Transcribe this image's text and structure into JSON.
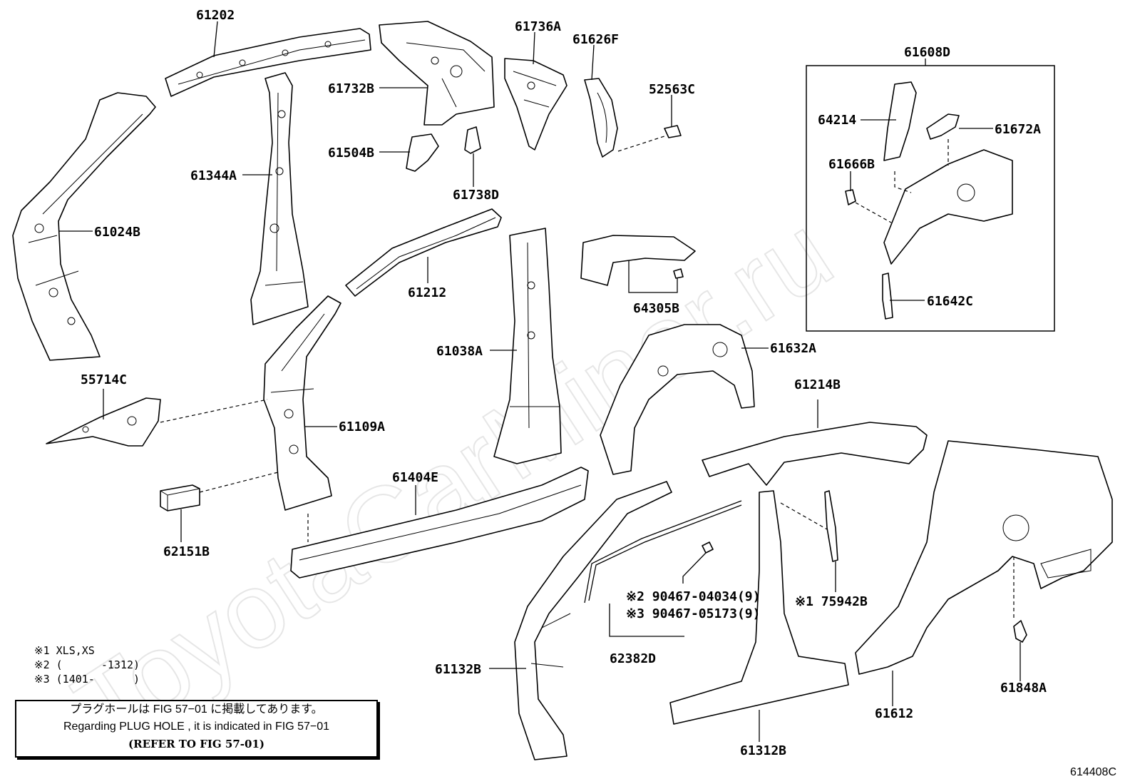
{
  "diagram": {
    "callouts": [
      {
        "id": "61202",
        "text": "61202"
      },
      {
        "id": "61732B",
        "text": "61732B"
      },
      {
        "id": "61736A",
        "text": "61736A"
      },
      {
        "id": "61626F",
        "text": "61626F"
      },
      {
        "id": "52563C",
        "text": "52563C"
      },
      {
        "id": "61608D",
        "text": "61608D"
      },
      {
        "id": "64214",
        "text": "64214"
      },
      {
        "id": "61672A",
        "text": "61672A"
      },
      {
        "id": "61666B",
        "text": "61666B"
      },
      {
        "id": "61642C",
        "text": "61642C"
      },
      {
        "id": "61504B",
        "text": "61504B"
      },
      {
        "id": "61738D",
        "text": "61738D"
      },
      {
        "id": "61344A",
        "text": "61344A"
      },
      {
        "id": "61024B",
        "text": "61024B"
      },
      {
        "id": "61212",
        "text": "61212"
      },
      {
        "id": "64305B",
        "text": "64305B"
      },
      {
        "id": "61038A",
        "text": "61038A"
      },
      {
        "id": "61632A",
        "text": "61632A"
      },
      {
        "id": "55714C",
        "text": "55714C"
      },
      {
        "id": "61109A",
        "text": "61109A"
      },
      {
        "id": "61214B",
        "text": "61214B"
      },
      {
        "id": "61404E",
        "text": "61404E"
      },
      {
        "id": "62151B",
        "text": "62151B"
      },
      {
        "id": "90467-04034",
        "text": "※2 90467-04034(9)"
      },
      {
        "id": "90467-05173",
        "text": "※3 90467-05173(9)"
      },
      {
        "id": "75942B",
        "text": "※1 75942B"
      },
      {
        "id": "62382D",
        "text": "62382D"
      },
      {
        "id": "61132B",
        "text": "61132B"
      },
      {
        "id": "61848A",
        "text": "61848A"
      },
      {
        "id": "61612",
        "text": "61612"
      },
      {
        "id": "61312B",
        "text": "61312B"
      }
    ]
  },
  "notes": [
    "※1 XLS,XS",
    "※2 (      -1312)",
    "※3 (1401-      )"
  ],
  "plug_hole_box": {
    "line_jp": "プラグホールは FIG 57−01 に掲載してあります。",
    "line_en": "Regarding  PLUG  HOLE , it is indicated in FIG  57−01",
    "line_ref": "(REFER TO FIG 57-01)"
  },
  "figure_number": "614408C",
  "watermark": "ToyotaCarMiner.ru"
}
